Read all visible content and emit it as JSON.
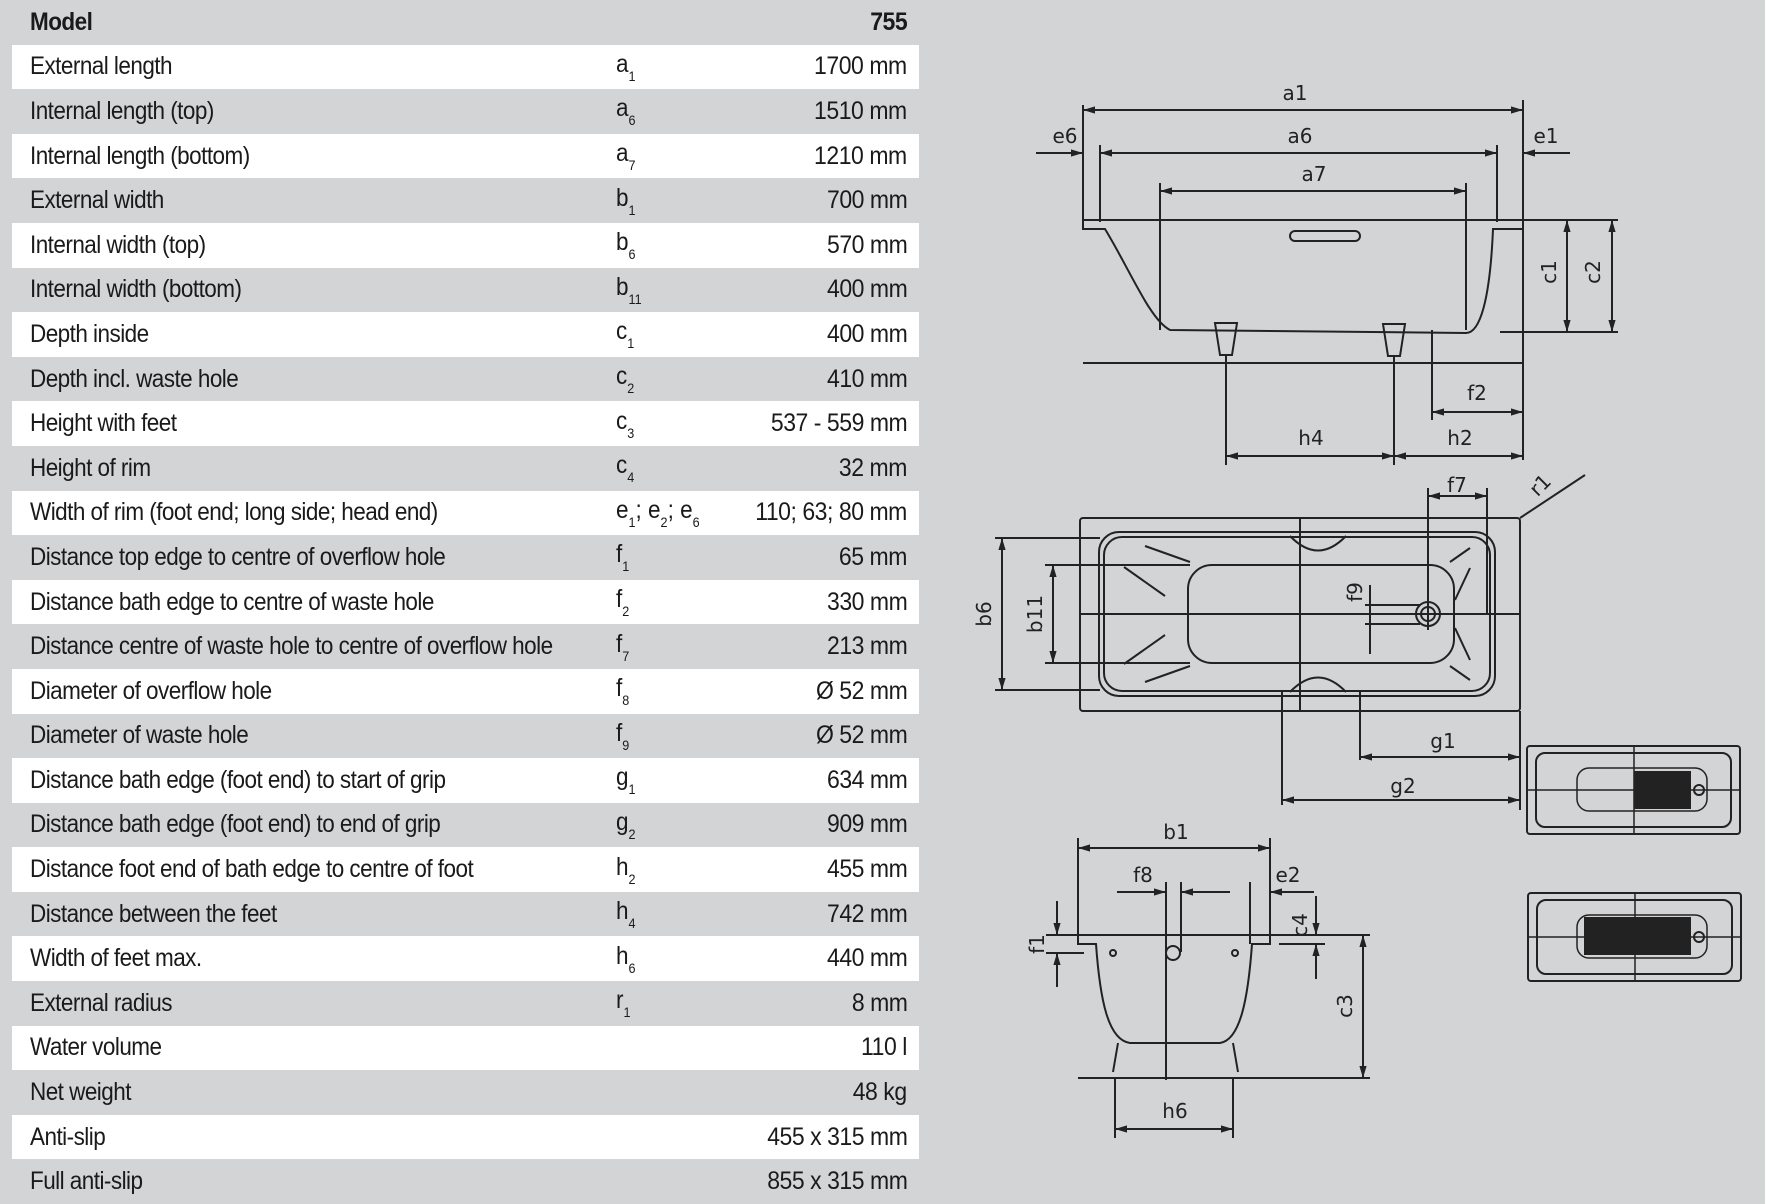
{
  "header": {
    "label": "Model",
    "value": "755"
  },
  "rows": [
    {
      "label": "External length",
      "sym": "a",
      "sub": "1",
      "value": "1700 mm"
    },
    {
      "label": "Internal length (top)",
      "sym": "a",
      "sub": "6",
      "value": "1510 mm"
    },
    {
      "label": "Internal length (bottom)",
      "sym": "a",
      "sub": "7",
      "value": "1210 mm"
    },
    {
      "label": "External width",
      "sym": "b",
      "sub": "1",
      "value": "700 mm"
    },
    {
      "label": "Internal width (top)",
      "sym": "b",
      "sub": "6",
      "value": "570 mm"
    },
    {
      "label": "Internal width (bottom)",
      "sym": "b",
      "sub": "11",
      "value": "400 mm"
    },
    {
      "label": "Depth inside",
      "sym": "c",
      "sub": "1",
      "value": "400 mm"
    },
    {
      "label": "Depth incl. waste hole",
      "sym": "c",
      "sub": "2",
      "value": "410 mm"
    },
    {
      "label": "Height with feet",
      "sym": "c",
      "sub": "3",
      "value": "537 - 559 mm"
    },
    {
      "label": "Height of rim",
      "sym": "c",
      "sub": "4",
      "value": "32 mm"
    },
    {
      "label": "Width of rim (foot end; long side; head end)",
      "sym": "e",
      "sub": "1",
      "sym2": "; e",
      "sub2": "2",
      "sym3": "; e",
      "sub3": "6",
      "value": "110; 63; 80 mm"
    },
    {
      "label": "Distance top edge to centre of overflow hole",
      "sym": "f",
      "sub": "1",
      "value": "65 mm"
    },
    {
      "label": "Distance bath edge to centre of waste hole",
      "sym": "f",
      "sub": "2",
      "value": "330 mm"
    },
    {
      "label": "Distance centre of waste hole to centre of overflow hole",
      "sym": "f",
      "sub": "7",
      "value": "213 mm"
    },
    {
      "label": "Diameter of overflow hole",
      "sym": "f",
      "sub": "8",
      "value": "Ø 52 mm"
    },
    {
      "label": "Diameter of waste hole",
      "sym": "f",
      "sub": "9",
      "value": "Ø 52 mm"
    },
    {
      "label": "Distance bath edge  (foot end) to start of grip",
      "sym": "g",
      "sub": "1",
      "value": "634 mm"
    },
    {
      "label": "Distance bath edge  (foot end) to end of grip",
      "sym": "g",
      "sub": "2",
      "value": "909 mm"
    },
    {
      "label": "Distance foot end of bath edge to centre of foot",
      "sym": "h",
      "sub": "2",
      "value": "455 mm"
    },
    {
      "label": "Distance between the feet",
      "sym": "h",
      "sub": "4",
      "value": "742 mm"
    },
    {
      "label": "Width of feet max.",
      "sym": "h",
      "sub": "6",
      "value": "440 mm"
    },
    {
      "label": "External radius",
      "sym": "r",
      "sub": "1",
      "value": "8 mm"
    },
    {
      "label": "Water volume",
      "sym": "",
      "sub": "",
      "value": "110 l"
    },
    {
      "label": "Net weight",
      "sym": "",
      "sub": "",
      "value": "48 kg"
    },
    {
      "label": "Anti-slip",
      "sym": "",
      "sub": "",
      "value": "455 x 315 mm"
    },
    {
      "label": "Full anti-slip",
      "sym": "",
      "sub": "",
      "value": "855 x 315 mm"
    }
  ],
  "drawing_labels": {
    "side": [
      "a1",
      "a6",
      "a7",
      "e6",
      "e1",
      "c1",
      "c2",
      "f2",
      "h4",
      "h2"
    ],
    "top": [
      "f7",
      "r1",
      "b6",
      "b11",
      "f9",
      "g1",
      "g2"
    ],
    "end": [
      "b1",
      "f8",
      "e2",
      "f1",
      "c4",
      "c3",
      "h6"
    ]
  },
  "colors": {
    "background": "#d3d4d6",
    "row_white": "#ffffff",
    "line": "#222222"
  }
}
